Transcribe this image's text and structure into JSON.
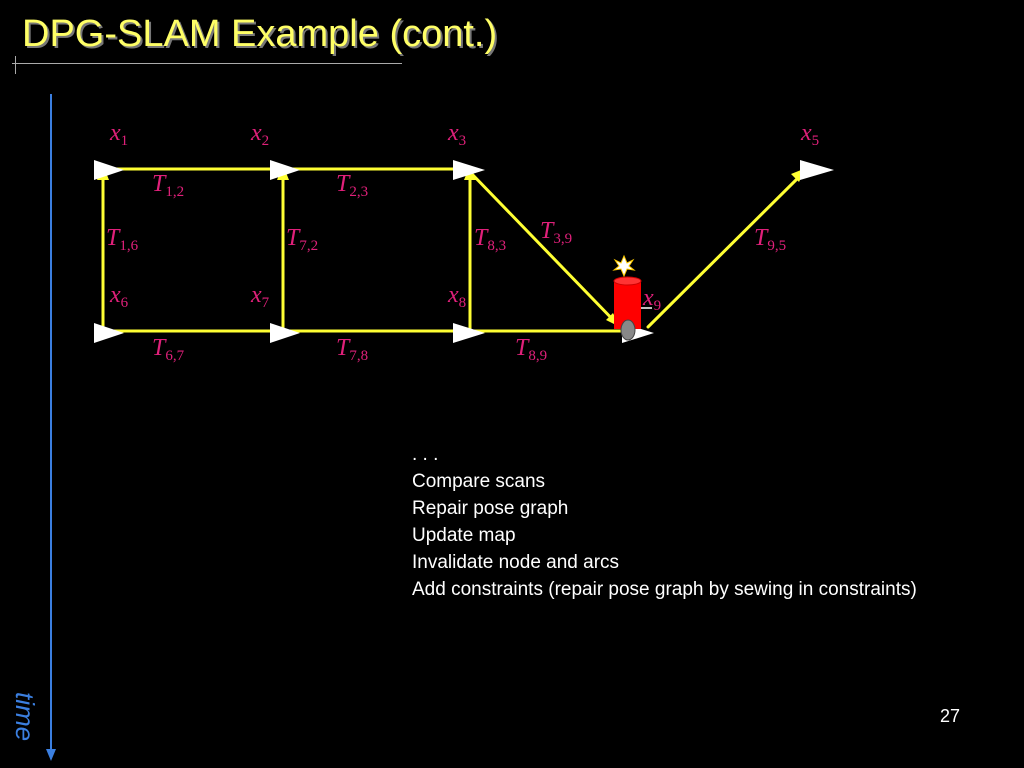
{
  "slide": {
    "title": "DPG-SLAM Example (cont.)",
    "time_label": "time",
    "page_number": "27"
  },
  "colors": {
    "title": "#ffff66",
    "edge": "#ffff33",
    "label": "#e0207a",
    "time_axis": "#3b7fe0",
    "node": "#ffffff",
    "robot": "#ff0000"
  },
  "graph": {
    "nodes": [
      {
        "id": "x1",
        "base": "x",
        "sub": "1"
      },
      {
        "id": "x2",
        "base": "x",
        "sub": "2"
      },
      {
        "id": "x3",
        "base": "x",
        "sub": "3"
      },
      {
        "id": "x5",
        "base": "x",
        "sub": "5"
      },
      {
        "id": "x6",
        "base": "x",
        "sub": "6"
      },
      {
        "id": "x7",
        "base": "x",
        "sub": "7"
      },
      {
        "id": "x8",
        "base": "x",
        "sub": "8"
      },
      {
        "id": "x9",
        "base": "x",
        "sub": "9"
      }
    ],
    "edges": [
      {
        "id": "T12",
        "base": "T",
        "sub": "1,2"
      },
      {
        "id": "T23",
        "base": "T",
        "sub": "2,3"
      },
      {
        "id": "T16",
        "base": "T",
        "sub": "1,6"
      },
      {
        "id": "T72",
        "base": "T",
        "sub": "7,2"
      },
      {
        "id": "T83",
        "base": "T",
        "sub": "8,3"
      },
      {
        "id": "T39",
        "base": "T",
        "sub": "3,9"
      },
      {
        "id": "T95",
        "base": "T",
        "sub": "9,5"
      },
      {
        "id": "T67",
        "base": "T",
        "sub": "6,7"
      },
      {
        "id": "T78",
        "base": "T",
        "sub": "7,8"
      },
      {
        "id": "T89",
        "base": "T",
        "sub": "8,9"
      }
    ]
  },
  "steps": [
    ". . .",
    "Compare scans",
    "Repair pose graph",
    "Update map",
    "Invalidate node and arcs",
    "Add constraints (repair pose graph by sewing in constraints)"
  ]
}
